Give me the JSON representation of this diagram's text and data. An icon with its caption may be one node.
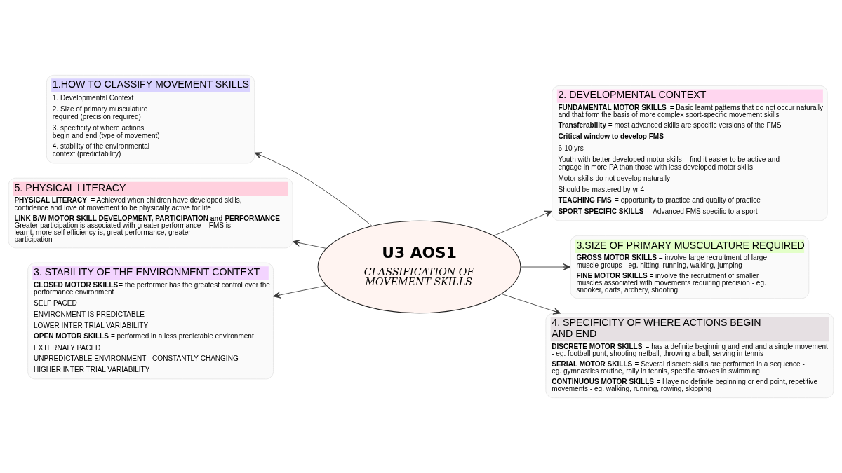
{
  "diagram": {
    "nodes": [
      {
        "text": [
          "1.HOW TO CLASSIFY MOVEMENT SKILLS",
          "1. Developmental Context",
          "2. Size of primary musculature required (precision required)",
          "3. specificity of where actions begin and end (type of movement)",
          "4. stability of the environmental context (predictability)"
        ]
      },
      {
        "text": [
          "2. DEVELOPMENTAL CONTEXT",
          "**FUNDAMENTAL MOTOR SKILLS** = Basic learnt patterns that do not occur naturally and that form the basis of more complex sport-specific movement skills",
          "**Transferability** = most advanced skills are specific versions of the FMS",
          "**Critical window to develop FMS**",
          "6-10 yrs",
          "Youth with better developed motor skills = find it easier to be active and engage in more PA than those with less developed motor skills",
          "Motor skills do not develop naturally",
          "Should be mastered by yr 4",
          "**TEACHING FMS** = opportunity to practice and quality of practice",
          "**SPORT SPECIFIC SKILLS** = Advanced FMS specific to a sport"
        ]
      },
      {
        "text": [
          "5. PHYSICAL LITERACY",
          "**PHYSICAL LITERACY** = Achieved when children have developed skills, confidence and love of movement to be physically active for life",
          "**LINK B/W MOTOR SKILL DEVELOPMENT, PARTICIPATION and PERFORMANCE** = Greater participation is associated with greater performance = FMS is learnt, more self efficiency is, great performance, greater participation"
        ]
      },
      {
        "text": [
          "U3 AOS1",
          "CLASSIFICATION OF MOVEMENT SKILLS"
        ]
      },
      {
        "text": [
          "3.SIZE OF PRIMARY MUSCULATURE REQUIRED",
          "**GROSS MOTOR SKILLS** = involve large recruitment of large muscle groups - eg. hitting, running, walking, jumping",
          "**FINE MOTOR SKILLS** = involve the recruitment of smaller muscles associated with movements requiring precision - eg. snooker, darts, archery, shooting"
        ]
      },
      {
        "text": [
          "3. STABILITY OF THE ENVIRONMENT CONTEXT",
          "**CLOSED MOTOR SKILLS**= the performer has the greatest control over the performance environment",
          "SELF PACED",
          "ENVIRONMENT IS PREDICTABLE",
          "LOWER INTER TRIAL VARIABILITY",
          "**OPEN MOTOR SKILLS** = performed in a less predictable environment",
          "EXTERNALY PACED",
          "UNPREDICTABLE ENVIRONMENT - CONSTANTLY CHANGING",
          "HIGHER INTER TRIAL VARIABILITY"
        ]
      },
      {
        "text": [
          "4. SPECIFICITY OF WHERE ACTIONS BEGIN AND END",
          "**DISCRETE MOTOR SKILLS** = has a definite beginning and end and a single movement - eg. football punt, shooting netball, throwing a ball, serving in tennis",
          "**SERIAL MOTOR SKILLS** = Several discrete skills are performed in a sequence - eg. gymnastics routine, rally in tennis, specific strokes in swimming",
          "**CONTINUOUS MOTOR SKILLS** = Have no definite beginning or end point, repetitive movements - eg. walking, running, rowing, skipping"
        ]
      }
    ],
    "edges": [
      {
        "from": 3,
        "to": 0,
        "arrow": "to"
      },
      {
        "from": 3,
        "to": 1,
        "arrow": "to"
      },
      {
        "from": 3,
        "to": 2,
        "arrow": "to"
      },
      {
        "from": 3,
        "to": 4,
        "arrow": "to"
      },
      {
        "from": 3,
        "to": 5,
        "arrow": "to"
      },
      {
        "from": 3,
        "to": 6,
        "arrow": "to"
      }
    ]
  }
}
